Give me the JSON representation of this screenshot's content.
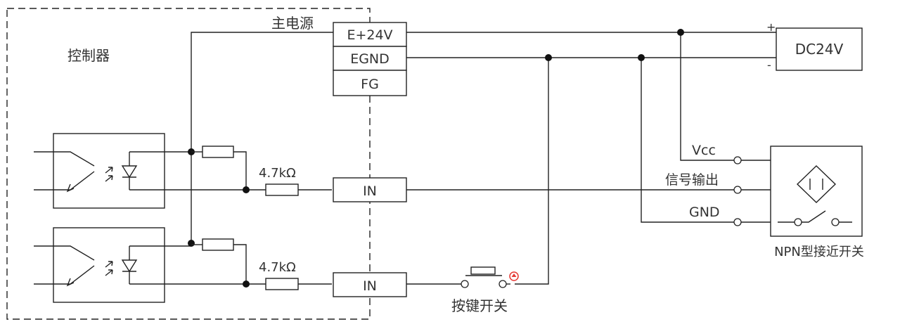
{
  "controller": {
    "title": "控制器"
  },
  "power": {
    "label": "主电源",
    "terminals": [
      "E+24V",
      "EGND",
      "FG"
    ]
  },
  "supply": {
    "label": "DC24V",
    "plus": "+",
    "minus": "-"
  },
  "inputs": [
    {
      "resistor": "4.7kΩ",
      "terminal": "IN"
    },
    {
      "resistor": "4.7kΩ",
      "terminal": "IN"
    }
  ],
  "sensor": {
    "title": "NPN型接近开关",
    "pins": [
      "Vcc",
      "信号输出",
      "GND"
    ]
  },
  "button": {
    "label": "按键开关"
  },
  "colors": {
    "line": "#222222",
    "text": "#333333",
    "indicator": "#e53935"
  }
}
